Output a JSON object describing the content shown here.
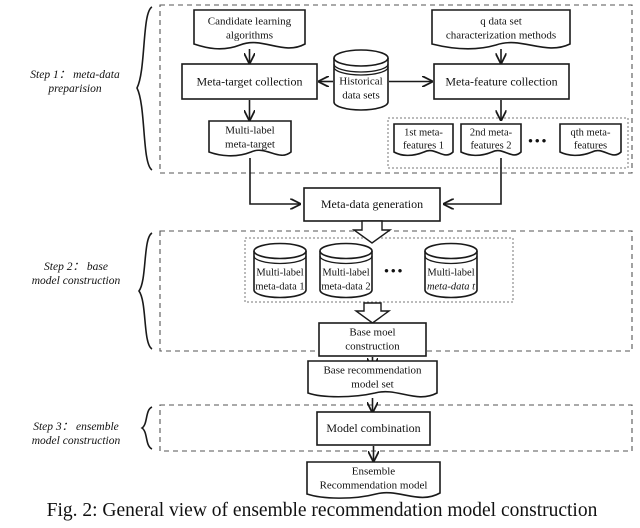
{
  "figure": {
    "caption": "Fig. 2: General view of ensemble recommendation model construction",
    "steps": [
      {
        "id": "step1",
        "label_line1": "Step 1：  meta-data",
        "label_line2": "preparision"
      },
      {
        "id": "step2",
        "label_line1": "Step 2：  base",
        "label_line2": "model construction"
      },
      {
        "id": "step3",
        "label_line1": "Step 3：  ensemble",
        "label_line2": "model construction"
      }
    ],
    "nodes": {
      "candidate_algorithms": {
        "line1": "Candidate learning",
        "line2": "algorithms",
        "shape": "document"
      },
      "characterization_methods": {
        "line1": "q data set",
        "line2": "characterization methods",
        "shape": "document"
      },
      "meta_target_collection": {
        "line1": "Meta-target collection",
        "line2": "",
        "shape": "rect"
      },
      "historical_data_sets": {
        "line1": "Historical",
        "line2": "data sets",
        "shape": "cylinder"
      },
      "meta_feature_collection": {
        "line1": "Meta-feature collection",
        "line2": "",
        "shape": "rect"
      },
      "multilabel_meta_target": {
        "line1": "Multi-label",
        "line2": "meta-target",
        "shape": "document"
      },
      "meta_features": [
        {
          "line1": "1st meta-",
          "line2": "features 1",
          "shape": "document"
        },
        {
          "line1": "2nd meta-",
          "line2": "features 2",
          "shape": "document"
        },
        {
          "line1": "qth meta-",
          "line2": "features",
          "shape": "document"
        }
      ],
      "meta_features_ellipsis": "•••",
      "meta_data_generation": {
        "line1": "Meta-data generation",
        "line2": "",
        "shape": "rect"
      },
      "multilabel_meta_data": [
        {
          "line1": "Multi-label",
          "line2": "meta-data 1",
          "shape": "cylinder"
        },
        {
          "line1": "Multi-label",
          "line2": "meta-data 2",
          "shape": "cylinder"
        },
        {
          "line1": "Multi-label",
          "line2": "meta-data t",
          "shape": "cylinder"
        }
      ],
      "meta_data_ellipsis": "•••",
      "base_model_construction": {
        "line1": "Base moel",
        "line2": "construction",
        "shape": "rect"
      },
      "base_recommendation_model_set": {
        "line1": "Base recommendation",
        "line2": "model set",
        "shape": "document"
      },
      "model_combination": {
        "line1": "Model combination",
        "line2": "",
        "shape": "rect"
      },
      "ensemble_recommendation_model": {
        "line1": "Ensemble",
        "line2": "Recommendation model",
        "shape": "document"
      }
    },
    "colors": {
      "stroke": "#1a1a1a",
      "dashed_group": "#555555",
      "dotted_group": "#777777",
      "background": "#ffffff",
      "text": "#111111"
    }
  }
}
